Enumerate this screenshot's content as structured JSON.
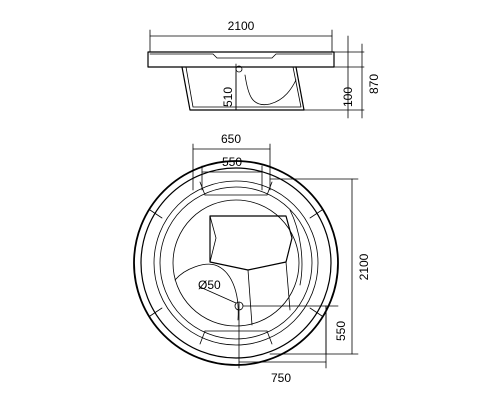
{
  "drawing": {
    "side_view": {
      "overall_width": "2100",
      "depth_to_seat": "510",
      "rim_thickness": "100",
      "overall_height": "870"
    },
    "top_view": {
      "seat_outer_width": "650",
      "seat_inner_width": "550",
      "overall_diameter": "2100",
      "drain_diameter": "Ø50",
      "drain_offset_y": "550",
      "drain_offset_x": "750"
    },
    "colors": {
      "line": "#000000",
      "background": "#ffffff"
    }
  }
}
